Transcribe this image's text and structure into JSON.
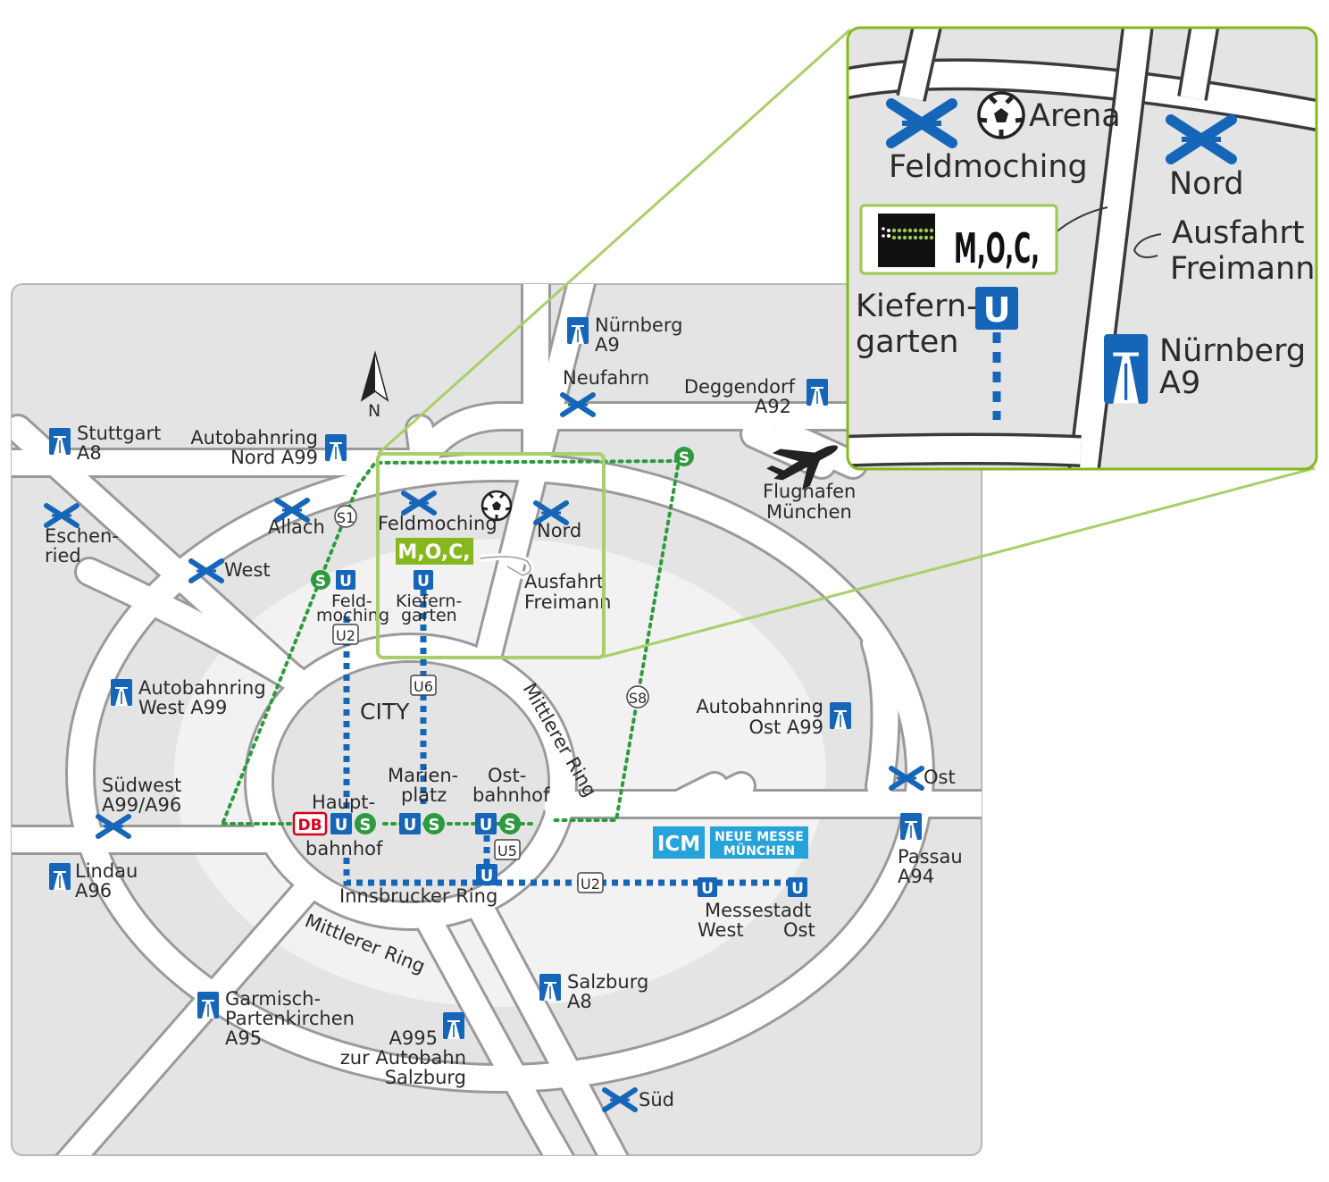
{
  "colors": {
    "map_bg": "#e4e4e4",
    "road_edge": "#9a9a9a",
    "city_halo": "#f2f2f2",
    "sbahn": "#2e9a3e",
    "ubahn": "#1565b8",
    "db": "#d6001c",
    "moc": "#86b81e",
    "frame": "#9cc94e",
    "icm": "#27a3dc"
  },
  "compass": {
    "label": "N"
  },
  "autobahn": {
    "stuttgart": {
      "line1": "Stuttgart",
      "line2": "A8"
    },
    "nord_ring": {
      "line1": "Autobahnring",
      "line2": "Nord A99"
    },
    "nuernberg": {
      "line1": "Nürnberg",
      "line2": "A9"
    },
    "deggendorf": {
      "line1": "Deggendorf",
      "line2": "A92"
    },
    "west_ring": {
      "line1": "Autobahnring",
      "line2": "West A99"
    },
    "ost_ring": {
      "line1": "Autobahnring",
      "line2": "Ost A99"
    },
    "lindau": {
      "line1": "Lindau",
      "line2": "A96"
    },
    "passau": {
      "line1": "Passau",
      "line2": "A94"
    },
    "garmisch": {
      "line1": "Garmisch-",
      "line2": "Partenkirchen",
      "line3": "A95"
    },
    "a995": {
      "line1": "A995",
      "line2": "zur Autobahn",
      "line3": "Salzburg"
    },
    "salzburg": {
      "line1": "Salzburg",
      "line2": "A8"
    }
  },
  "junctions": {
    "neufahrn": "Neufahrn",
    "eschenried_1": "Eschen-",
    "eschenried_2": "ried",
    "allach": "Allach",
    "west": "West",
    "feldmoching": "Feldmoching",
    "nord": "Nord",
    "ost": "Ost",
    "suedwest_1": "Südwest",
    "suedwest_2": "A99/A96",
    "sued": "Süd"
  },
  "places": {
    "flughafen_1": "Flughafen",
    "flughafen_2": "München",
    "city": "CITY",
    "mittlerer_ring_ne": "Mittlerer Ring",
    "mittlerer_ring_sw": "Mittlerer Ring",
    "innsbrucker_ring": "Innsbrucker Ring",
    "ausfahrt_1": "Ausfahrt",
    "ausfahrt_2": "Freimann"
  },
  "stations": {
    "feldmoching_1": "Feld-",
    "feldmoching_2": "moching",
    "kieferngarten_1": "Kiefern-",
    "kieferngarten_2": "garten",
    "hbf_1": "Haupt-",
    "hbf_2": "bahnhof",
    "marienplatz_1": "Marien-",
    "marienplatz_2": "platz",
    "ostbahnhof_1": "Ost-",
    "ostbahnhof_2": "bahnhof",
    "messestadt_1": "Messestadt",
    "messestadt_west": "West",
    "messestadt_ost": "Ost"
  },
  "lines": {
    "s1": "S1",
    "s8": "S8",
    "u2": "U2",
    "u6": "U6",
    "u5": "U5",
    "u2b": "U2"
  },
  "badges": {
    "u": "U",
    "s": "S",
    "db": "DB"
  },
  "moc": {
    "label": "M,O,C,"
  },
  "icm": {
    "label": "ICM",
    "messe_1": "NEUE MESSE",
    "messe_2": "MÜNCHEN"
  },
  "inset": {
    "arena": "Arena",
    "feldmoching": "Feldmoching",
    "nord": "Nord",
    "moc": "M,O,C,",
    "ausfahrt_1": "Ausfahrt",
    "ausfahrt_2": "Freimann",
    "kieferngarten_1": "Kiefern-",
    "kieferngarten_2": "garten",
    "u": "U",
    "nuernberg_1": "Nürnberg",
    "nuernberg_2": "A9"
  }
}
